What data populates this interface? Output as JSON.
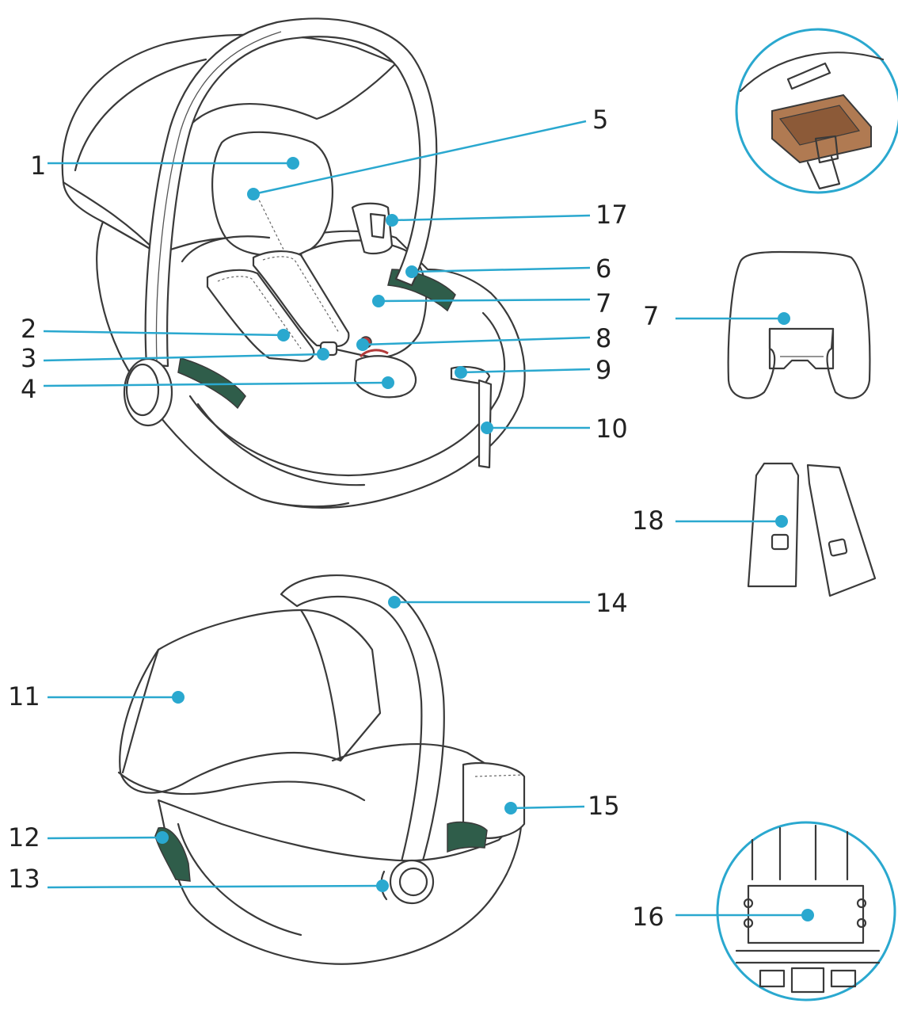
{
  "colors": {
    "leader": "#2aa8cf",
    "strap_green": "#2f5d4a",
    "clip_brown": "#b07a52",
    "buckle_red": "#b23a3a",
    "ink": "#3a3a3a"
  },
  "callouts": [
    {
      "label": "1"
    },
    {
      "label": "5"
    },
    {
      "label": "17"
    },
    {
      "label": "6"
    },
    {
      "label": "7"
    },
    {
      "label": "2"
    },
    {
      "label": "8"
    },
    {
      "label": "3"
    },
    {
      "label": "9"
    },
    {
      "label": "4"
    },
    {
      "label": "10"
    },
    {
      "label": "7"
    },
    {
      "label": "18"
    },
    {
      "label": "14"
    },
    {
      "label": "11"
    },
    {
      "label": "15"
    },
    {
      "label": "12"
    },
    {
      "label": "13"
    },
    {
      "label": "16"
    }
  ]
}
